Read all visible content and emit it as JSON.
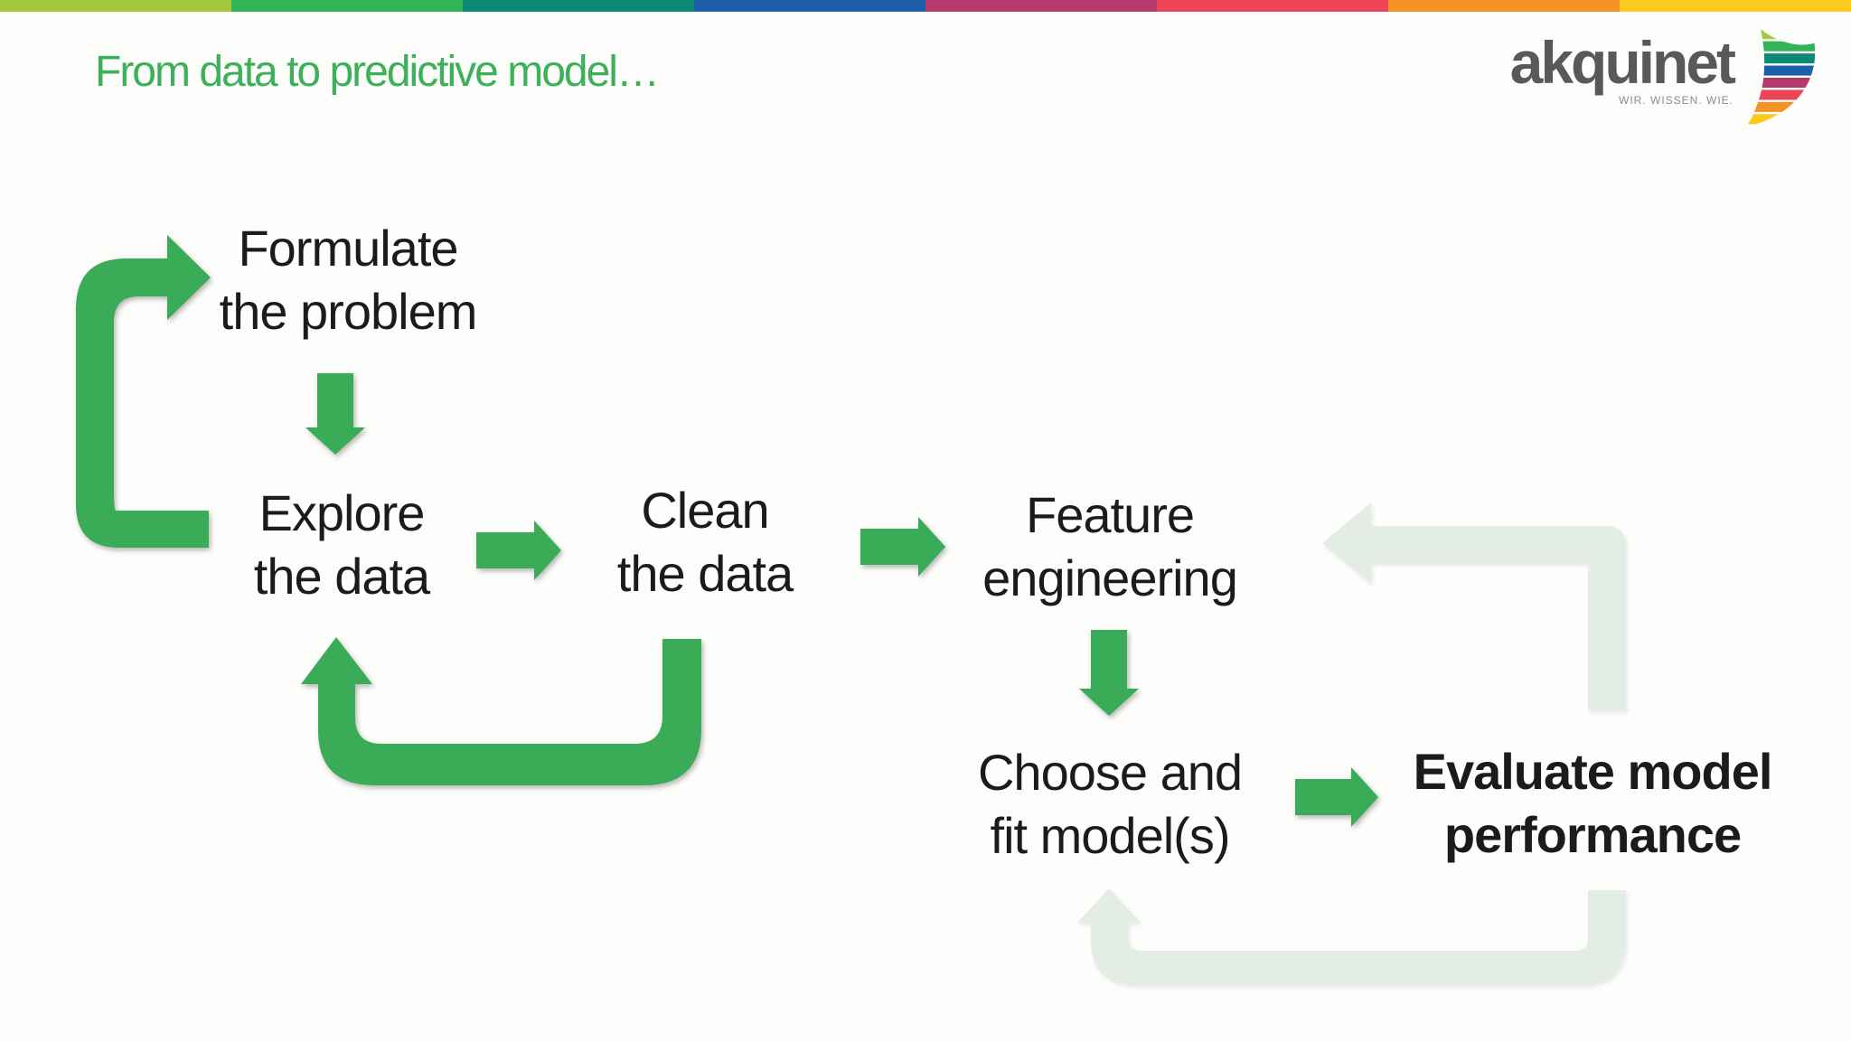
{
  "topbar": {
    "colors": [
      "#a5c73b",
      "#2fb457",
      "#0d8b72",
      "#1d5fa9",
      "#b43a6e",
      "#ee4458",
      "#f39324",
      "#fdc91d"
    ]
  },
  "header": {
    "title": "From data to predictive model…",
    "title_color": "#3cb159"
  },
  "logo": {
    "brand": "akquinet",
    "tagline": "WIR. WISSEN. WIE.",
    "brand_color": "#58595b",
    "tagline_color": "#8a8c8f",
    "sail_colors": [
      "#a5c73b",
      "#2fb457",
      "#0d8b72",
      "#1d5fa9",
      "#b43a6e",
      "#ee4458",
      "#f39324",
      "#fdc91d"
    ]
  },
  "flow": {
    "nodes": {
      "formulate": {
        "line1": "Formulate",
        "line2": "the problem"
      },
      "explore": {
        "line1": "Explore",
        "line2": "the data"
      },
      "clean": {
        "line1": "Clean",
        "line2": "the data"
      },
      "feature": {
        "line1": "Feature",
        "line2": "engineering"
      },
      "choose": {
        "line1": "Choose and",
        "line2": "fit model(s)"
      },
      "evaluate": {
        "line1": "Evaluate model",
        "line2": "performance"
      }
    }
  },
  "colors": {
    "arrow_green": "#3aab57",
    "arrow_pale": "#e4ede5",
    "text": "#1b1b1b"
  }
}
